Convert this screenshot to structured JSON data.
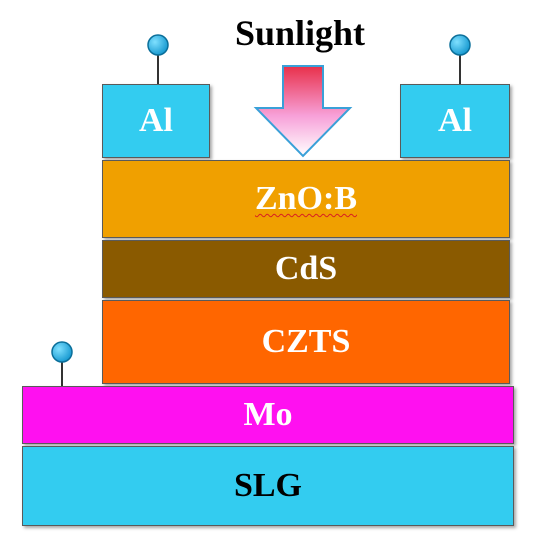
{
  "title": "Sunlight",
  "layers": {
    "contact_left": "Al",
    "contact_right": "Al",
    "zno": "ZnO:B",
    "cds": "CdS",
    "czts": "CZTS",
    "mo": "Mo",
    "slg": "SLG"
  },
  "colors": {
    "al": "#33ccf0",
    "zno": "#f0a000",
    "cds": "#8a5a00",
    "czts": "#ff6600",
    "mo": "#ff10f0",
    "slg": "#33ccf0",
    "terminal": "#1aa8e0",
    "arrow_top": "#e8304a",
    "arrow_bottom": "#ffe0f4"
  }
}
